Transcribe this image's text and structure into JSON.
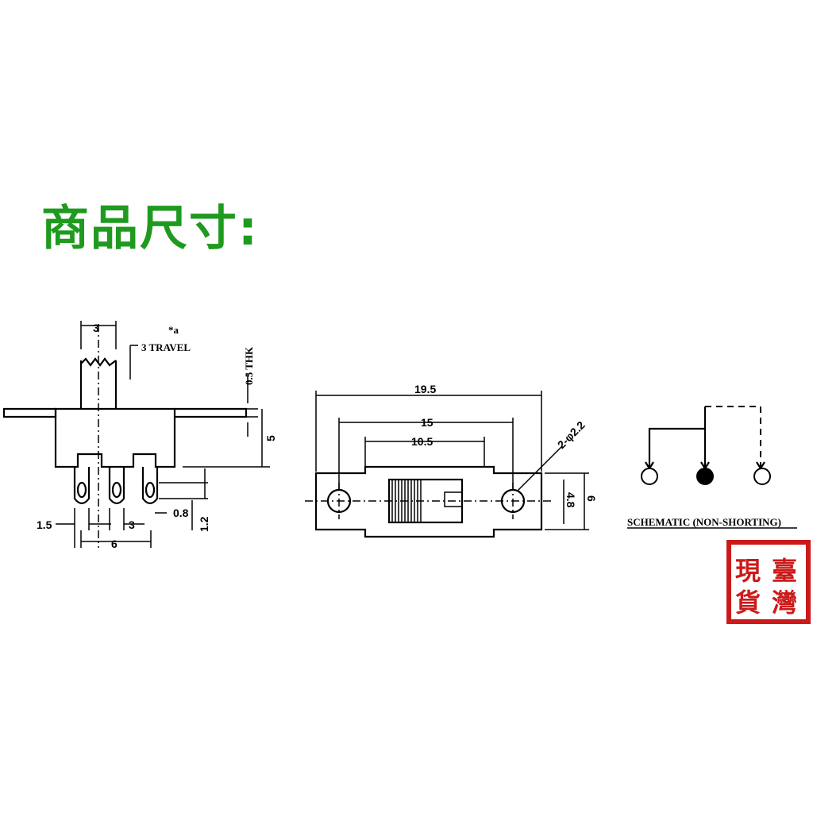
{
  "title": "商品尺寸:",
  "side_view": {
    "dim_top": "3",
    "travel_note": "*a",
    "travel_label": "3 TRAVEL",
    "thk_label": "0.5 THK",
    "dim_height": "5",
    "dim_pin_width": "0.8",
    "dim_pin_len": "1.2",
    "dim_left": "1.5",
    "dim_pitch": "3",
    "dim_span": "6"
  },
  "top_view": {
    "dim_overall": "19.5",
    "dim_holes": "15",
    "dim_slot": "10.5",
    "dim_hole_dia": "2-φ2.2",
    "dim_inner_h": "4.8",
    "dim_outer_h": "6"
  },
  "schematic": {
    "caption": "SCHEMATIC (NON-SHORTING)"
  },
  "seal": {
    "chars": [
      "臺",
      "灣",
      "現",
      "貨"
    ],
    "color": "#cc1a1a"
  },
  "colors": {
    "title": "#1e9a1e",
    "lines": "#000000"
  }
}
